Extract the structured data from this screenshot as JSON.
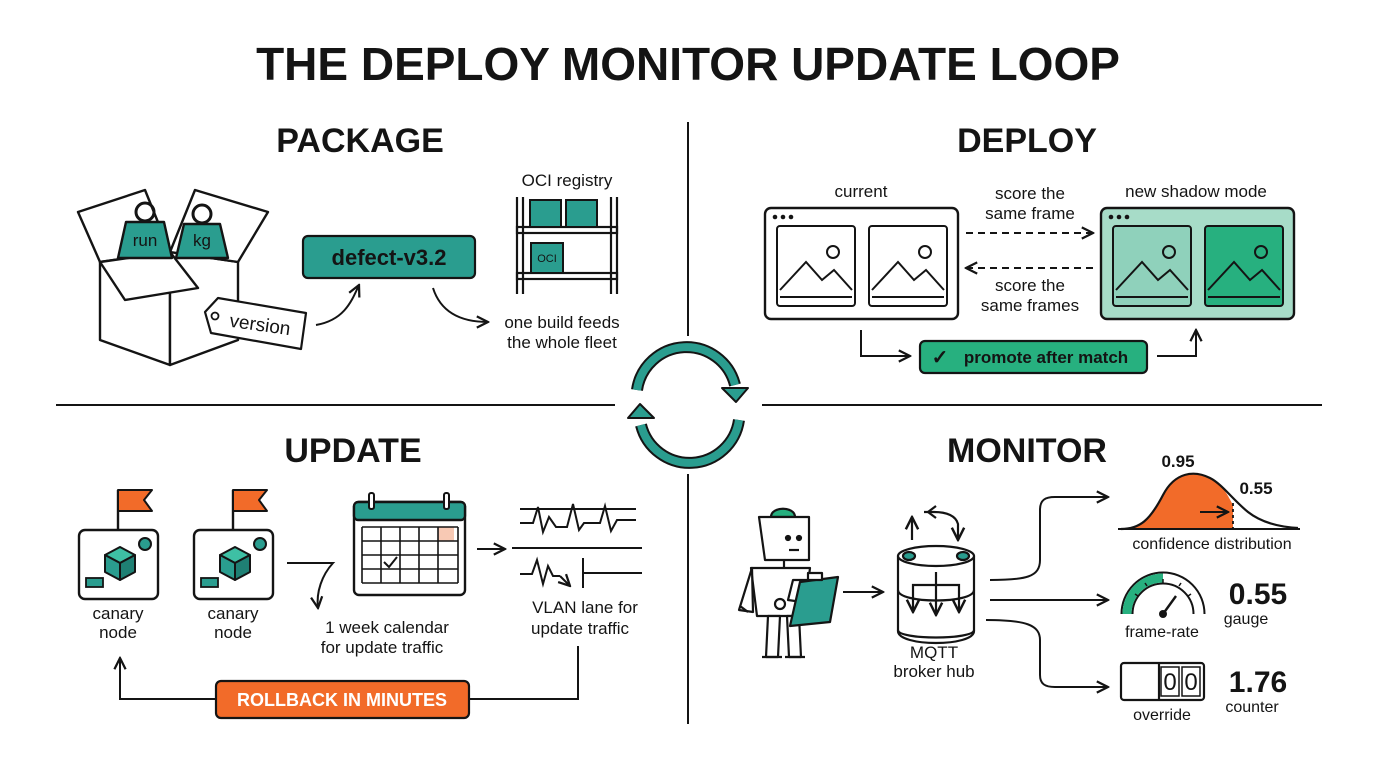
{
  "title": "THE DEPLOY MONITOR UPDATE LOOP",
  "colors": {
    "teal": "#2a9d8f",
    "teal_light": "#a7dcc8",
    "green": "#27b07f",
    "orange": "#f26b29",
    "orange_light": "#f8c9b4",
    "ink": "#141414"
  },
  "package": {
    "heading": "PACKAGE",
    "weight_left": "run",
    "weight_right": "kg",
    "tag": "version",
    "artifact": "defect-v3.2",
    "registry_label": "OCI registry",
    "registry_box": "OCI",
    "note_line1": "one build feeds",
    "note_line2": "the whole fleet"
  },
  "deploy": {
    "heading": "DEPLOY",
    "current_label": "current",
    "shadow_label": "new shadow mode",
    "arrow_top_line1": "score the",
    "arrow_top_line2": "same frame",
    "arrow_bottom_line1": "score the",
    "arrow_bottom_line2": "same frames",
    "check": "✓",
    "promote": "promote after match"
  },
  "update": {
    "heading": "UPDATE",
    "node1_line1": "canary",
    "node1_line2": "node",
    "node2_line1": "canary",
    "node2_line2": "node",
    "calendar_line1": "1 week calendar",
    "calendar_line2": "for update traffic",
    "vlan_line1": "VLAN lane for",
    "vlan_line2": "update traffic",
    "rollback": "ROLLBACK IN MINUTES"
  },
  "monitor": {
    "heading": "MONITOR",
    "broker_line1": "MQTT",
    "broker_line2": "broker hub",
    "dist_value_high": "0.95",
    "dist_value_low": "0.55",
    "dist_label": "confidence distribution",
    "gauge_label": "frame-rate",
    "gauge_value": "0.55",
    "gauge_caption": "gauge",
    "counter_digits": [
      "0",
      "0"
    ],
    "counter_label": "override",
    "counter_value": "1.76",
    "counter_caption": "counter"
  },
  "icons": [
    "box-icon",
    "weight-icon",
    "tag-icon",
    "shelf-icon",
    "window-icon",
    "image-icon",
    "flag-icon",
    "cube-icon",
    "calendar-icon",
    "waveform-icon",
    "robot-icon",
    "clipboard-icon",
    "cylinder-icon",
    "bell-curve-icon",
    "gauge-icon",
    "counter-icon",
    "cycle-arrows-icon"
  ]
}
